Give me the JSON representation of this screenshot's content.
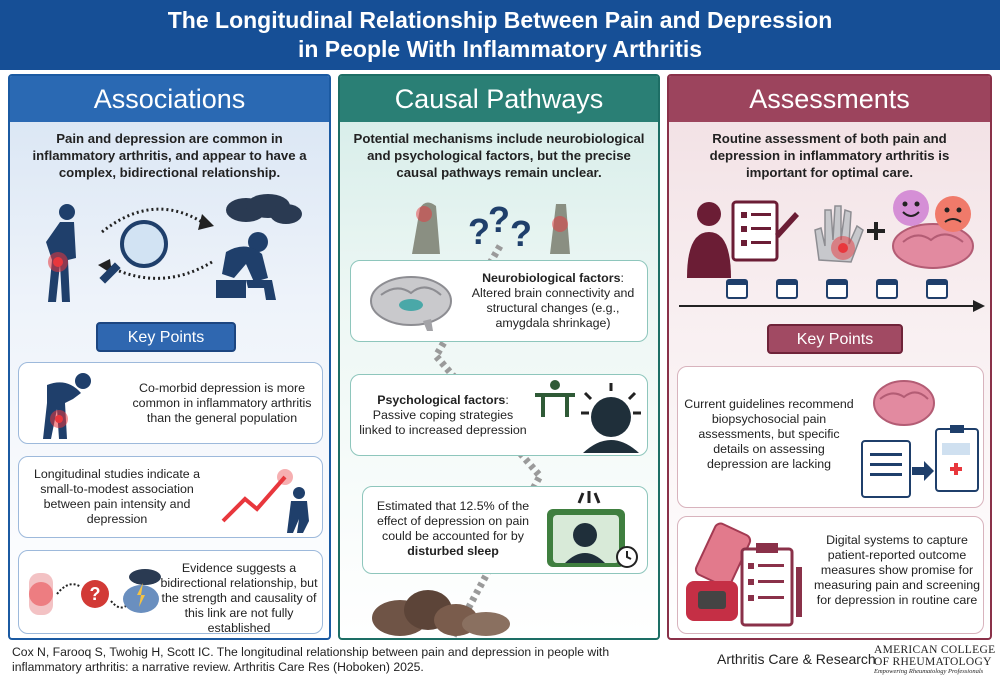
{
  "title": {
    "line1": "The Longitudinal Relationship Between Pain and Depression",
    "line2": "in People With Inflammatory Arthritis"
  },
  "associations": {
    "heading": "Associations",
    "intro": "Pain and depression are common in inflammatory arthritis, and appear to have a complex, bidirectional relationship.",
    "key_points_label": "Key Points",
    "points": [
      "Co-morbid depression is more common in inflammatory arthritis than the general population",
      "Longitudinal studies indicate a small-to-modest association between pain intensity and depression",
      "Evidence suggests a bidirectional relationship, but the strength and causality of this link are not fully established"
    ]
  },
  "causal": {
    "heading": "Causal Pathways",
    "intro": "Potential mechanisms include neurobiological and psychological factors, but the precise causal pathways remain unclear.",
    "neuro_title": "Neurobiological factors",
    "neuro_text": "Altered brain connectivity and structural changes (e.g., amygdala shrinkage)",
    "psych_title": "Psychological factors",
    "psych_text": "Passive coping strategies linked to increased depression",
    "sleep_text": "Estimated that 12.5% of the effect of depression on pain could be accounted for by",
    "sleep_bold": "disturbed sleep"
  },
  "assessments": {
    "heading": "Assessments",
    "intro": "Routine assessment of both pain and depression in inflammatory arthritis is important for optimal care.",
    "key_points_label": "Key Points",
    "points": [
      "Current guidelines recommend biopsychosocial pain assessments, but specific details on assessing depression are lacking",
      "Digital systems to capture patient-reported outcome measures show promise for measuring pain and screening for depression in routine care"
    ]
  },
  "footer": {
    "citation": "Cox N, Farooq S, Twohig H, Scott IC. The longitudinal relationship between pain and depression in people with inflammatory arthritis: a narrative review. Arthritis Care Res (Hoboken) 2025.",
    "journal": "Arthritis Care & Research",
    "org_line1": "American College",
    "org_line2": "of Rheumatology",
    "org_tagline": "Empowering Rheumatology Professionals"
  },
  "colors": {
    "header": "#164f96",
    "associations": "#2a69b3",
    "causal": "#2a7f75",
    "assessments": "#9c445d",
    "figure_navy": "#1f3f6b",
    "pain_red": "#e8373d"
  }
}
